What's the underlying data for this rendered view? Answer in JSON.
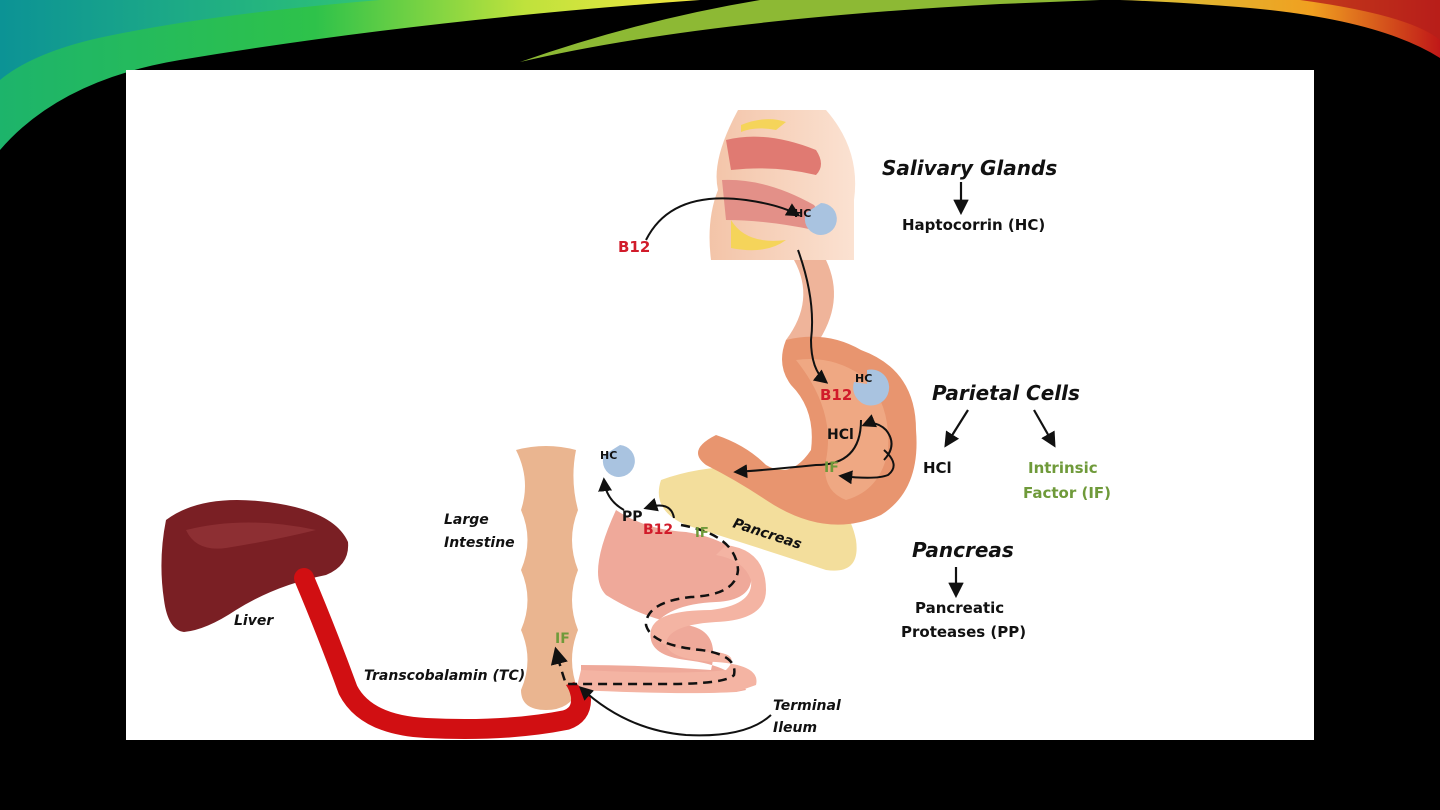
{
  "labels": {
    "salivary_glands": "Salivary Glands",
    "haptocorrin": "Haptocorrin (HC)",
    "parietal_cells": "Parietal Cells",
    "hcl_right": "HCl",
    "intrinsic_factor_1": "Intrinsic",
    "intrinsic_factor_2": "Factor (IF)",
    "pancreas_header": "Pancreas",
    "pancreatic_proteases_1": "Pancreatic",
    "pancreatic_proteases_2": "Proteases (PP)",
    "b12_mouth": "B12",
    "hc_mouth": "HC",
    "b12_stomach": "B12",
    "hc_stomach": "HC",
    "hcl_stomach": "HCl",
    "if_stomach": "IF",
    "hc_free": "HC",
    "pp_duodenum": "PP",
    "b12_duodenum": "B12",
    "if_duodenum": "IF",
    "pancreas_organ": "Pancreas",
    "large_intestine_1": "Large",
    "large_intestine_2": "Intestine",
    "if_ileum": "IF",
    "liver": "Liver",
    "transcobalamin": "Transcobalamin (TC)",
    "terminal_ileum_1": "Terminal",
    "terminal_ileum_2": "Ileum"
  },
  "colors": {
    "b12": "#d11b2a",
    "intrinsic_factor": "#6f9a3a",
    "haptocorrin": "#a9c3e0",
    "gut": "#e9a58a",
    "liver": "#7a1f24",
    "transcobalamin": "#d10f12",
    "pancreas": "#f3de9c",
    "background": "#000000",
    "panel": "#ffffff"
  }
}
